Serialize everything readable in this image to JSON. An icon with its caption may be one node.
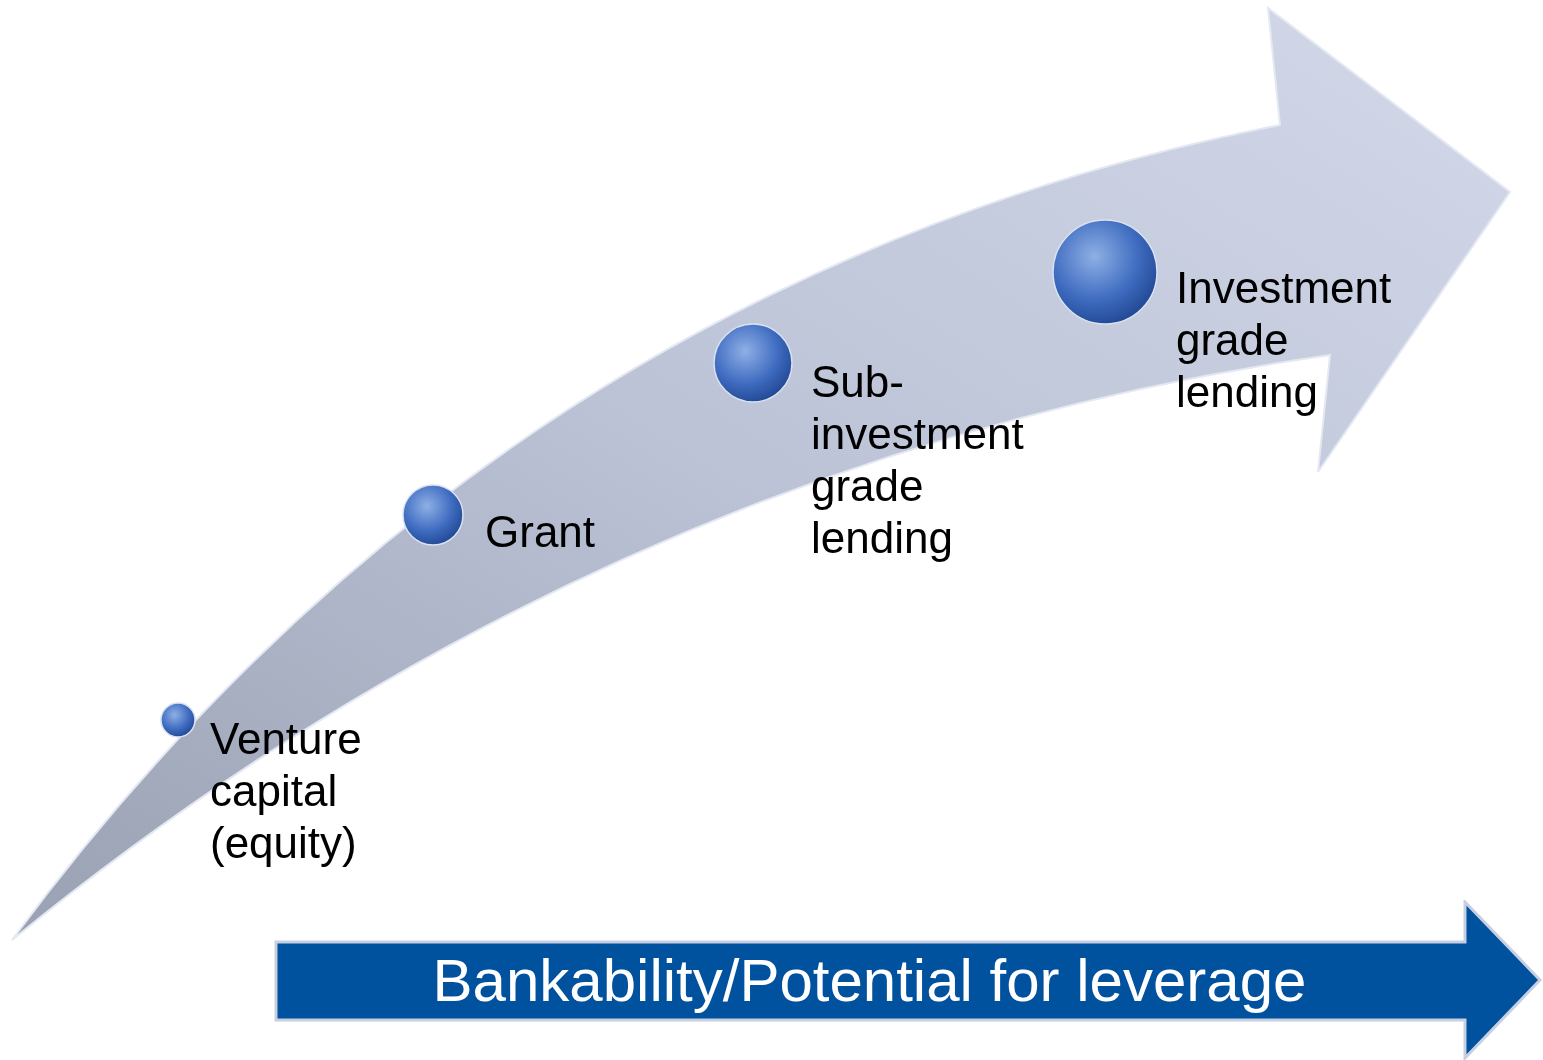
{
  "diagram": {
    "nodes": [
      {
        "text": [],
        "shape": "circle",
        "beside": [
          "Venture capital (equity)"
        ]
      },
      {
        "text": [],
        "shape": "circle",
        "beside": [
          "Grant"
        ]
      },
      {
        "text": [],
        "shape": "circle",
        "beside": [
          "Sub- investment grade lending"
        ]
      },
      {
        "text": [],
        "shape": "circle",
        "beside": [
          "Investment grade lending"
        ]
      },
      {
        "text": [
          "Bankability/Potential for leverage"
        ]
      }
    ]
  }
}
